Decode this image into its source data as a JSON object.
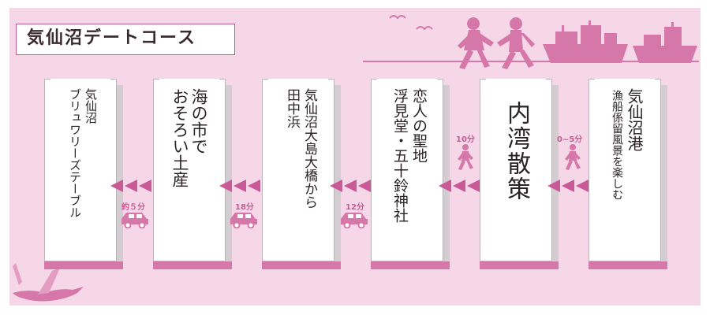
{
  "title": "気仙沼デートコース",
  "colors": {
    "accent": "#c95a97",
    "panel": "#f5d7e8",
    "band": "#d677aa"
  },
  "stops": [
    {
      "lines": [
        "気仙沼港",
        "漁船係留風景を楽しむ"
      ]
    },
    {
      "lines": [
        "内湾散策"
      ]
    },
    {
      "lines": [
        "恋人の聖地",
        "浮見堂・五十鈴神社"
      ]
    },
    {
      "lines": [
        "気仙沼大島大橋から",
        "田中浜"
      ]
    },
    {
      "lines": [
        "海の市で",
        "おそろい土産"
      ]
    },
    {
      "lines": [
        "気仙沼",
        "ブリュワリーズテーブル"
      ]
    }
  ],
  "connectors": [
    {
      "mode": "walk-icon",
      "time": "0~5分"
    },
    {
      "mode": "walk-icon",
      "time": "10分"
    },
    {
      "mode": "car-icon",
      "time": "12分"
    },
    {
      "mode": "car-icon",
      "time": "18分"
    },
    {
      "mode": "car-icon",
      "time": "約５分"
    }
  ]
}
